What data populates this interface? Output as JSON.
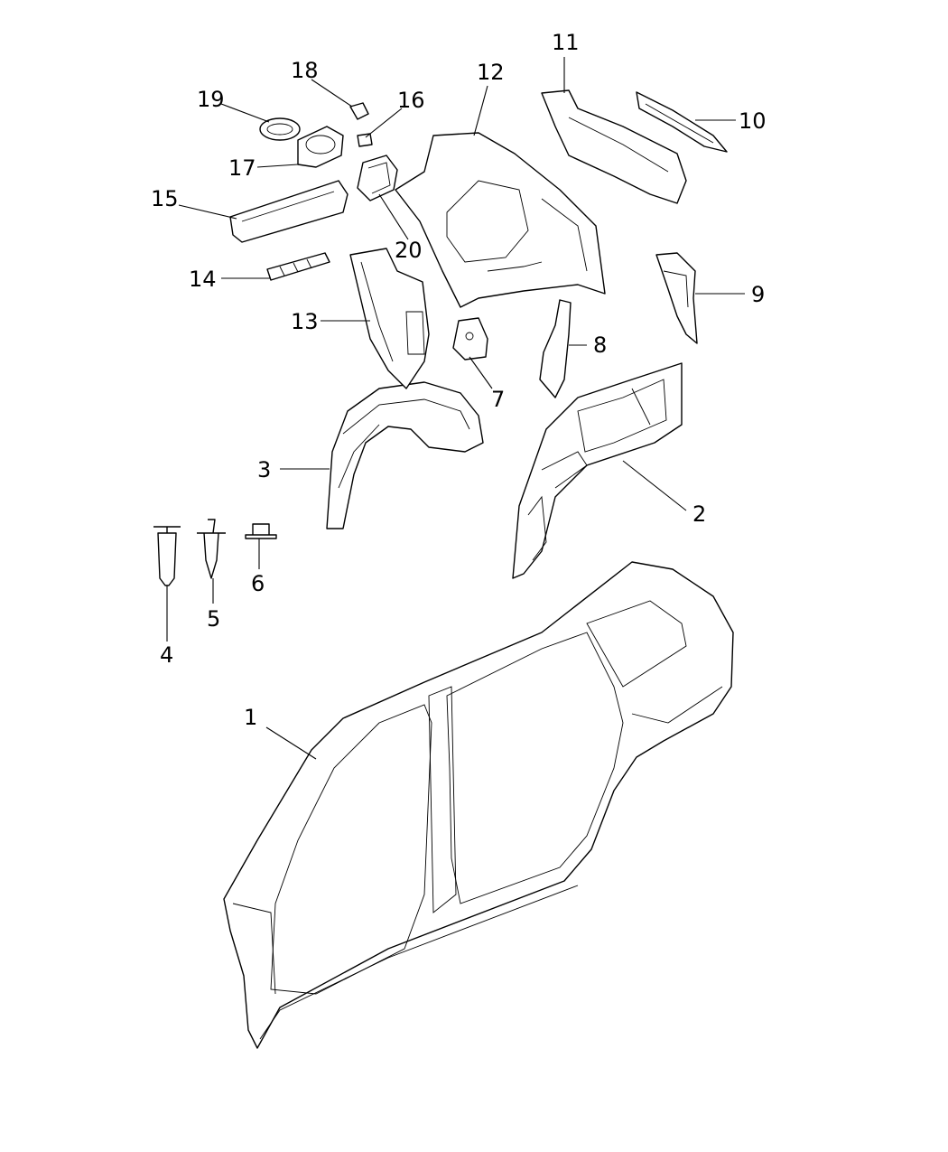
{
  "diagram": {
    "callouts": [
      {
        "id": "1",
        "label": "1"
      },
      {
        "id": "2",
        "label": "2"
      },
      {
        "id": "3",
        "label": "3"
      },
      {
        "id": "4",
        "label": "4"
      },
      {
        "id": "5",
        "label": "5"
      },
      {
        "id": "6",
        "label": "6"
      },
      {
        "id": "7",
        "label": "7"
      },
      {
        "id": "8",
        "label": "8"
      },
      {
        "id": "9",
        "label": "9"
      },
      {
        "id": "10",
        "label": "10"
      },
      {
        "id": "11",
        "label": "11"
      },
      {
        "id": "12",
        "label": "12"
      },
      {
        "id": "13",
        "label": "13"
      },
      {
        "id": "14",
        "label": "14"
      },
      {
        "id": "15",
        "label": "15"
      },
      {
        "id": "16",
        "label": "16"
      },
      {
        "id": "17",
        "label": "17"
      },
      {
        "id": "18",
        "label": "18"
      },
      {
        "id": "19",
        "label": "19"
      },
      {
        "id": "20",
        "label": "20"
      }
    ]
  }
}
